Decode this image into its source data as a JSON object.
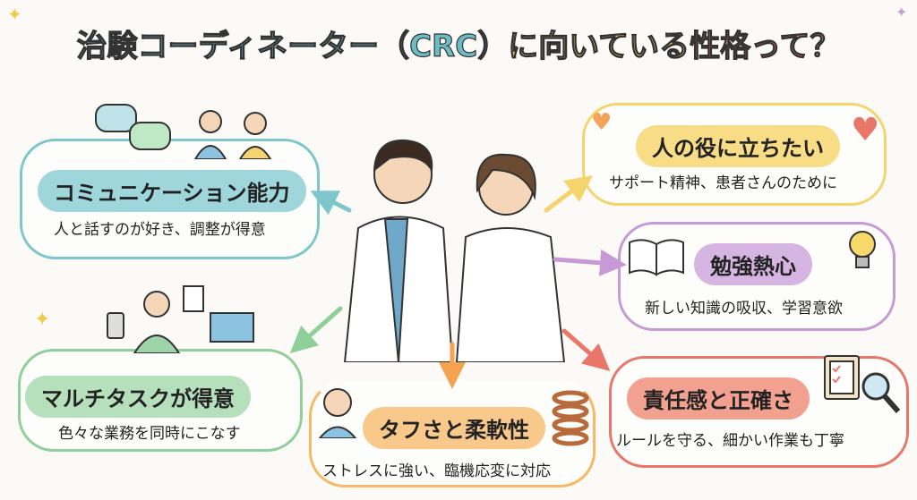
{
  "title": {
    "part1": "治験コーディネーター（CRC）",
    "part2": "に向いている",
    "part3": "性格って？"
  },
  "traits": [
    {
      "title": "コミュニケーション能力",
      "desc": "人と話すのが好き、調整が得意",
      "color": "#7cc6cc"
    },
    {
      "title": "マルチタスクが得意",
      "desc": "色々な業務を同時にこなす",
      "color": "#9fd3a8"
    },
    {
      "title": "タフさと柔軟性",
      "desc": "ストレスに強い、臨機応変に対応",
      "color": "#f5b968"
    },
    {
      "title": "人の役に立ちたい",
      "desc": "サポート精神、患者さんのために",
      "color": "#f5d46e"
    },
    {
      "title": "勉強熱心",
      "desc": "新しい知識の吸収、学習意欲",
      "color": "#c79ad6"
    },
    {
      "title": "責任感と正確さ",
      "desc": "ルールを守る、細かい作業も丁寧",
      "color": "#ee8a78"
    }
  ],
  "speech_dots": "…"
}
